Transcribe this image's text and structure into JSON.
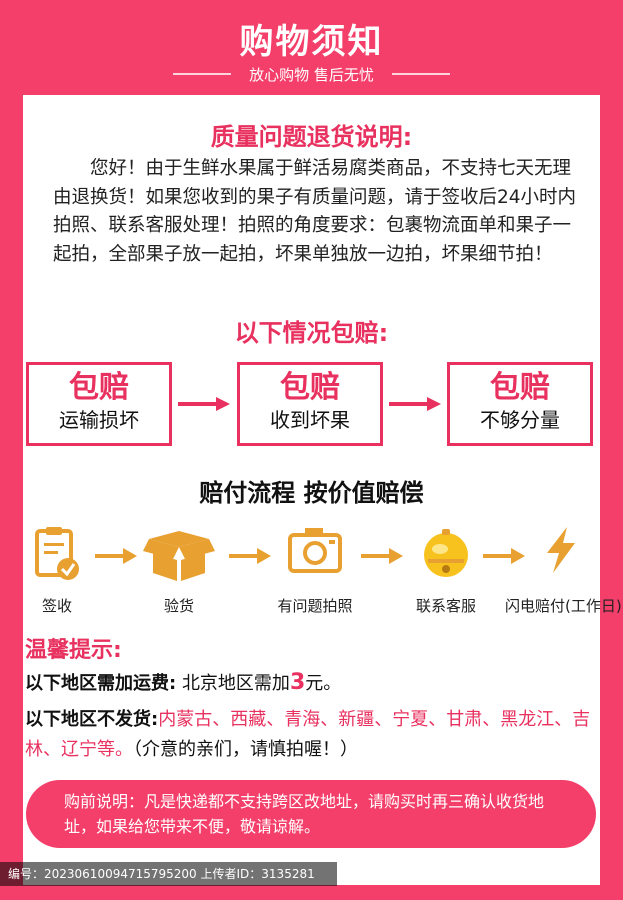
{
  "header": {
    "title": "购物须知",
    "subtitle": "放心购物 售后无忧"
  },
  "quality": {
    "title": "质量问题退货说明:",
    "text": "您好！由于生鲜水果属于鲜活易腐类商品，不支持七天无理由退换货！如果您收到的果子有质量问题，请于签收后24小时内拍照、联系客服处理！拍照的角度要求：包裹物流面单和果子一起拍，全部果子放一起拍，坏果单独放一边拍，坏果细节拍！"
  },
  "compensation": {
    "title": "以下情况包赔:",
    "boxes": [
      {
        "big": "包赔",
        "small": "运输损坏"
      },
      {
        "big": "包赔",
        "small": "收到坏果"
      },
      {
        "big": "包赔",
        "small": "不够分量"
      }
    ]
  },
  "flow": {
    "title": "赔付流程 按价值赔偿",
    "steps": [
      {
        "label": "签收",
        "icon": "clipboard-check-icon"
      },
      {
        "label": "验货",
        "icon": "open-box-icon"
      },
      {
        "label": "有问题拍照",
        "icon": "camera-icon"
      },
      {
        "label": "联系客服",
        "icon": "bell-icon"
      },
      {
        "label": "闪电赔付(工作日)",
        "icon": "lightning-icon"
      }
    ]
  },
  "tips": {
    "title": "温馨提示:",
    "line1_bold": "以下地区需加运费:",
    "line1_text": "北京地区需加",
    "line1_num": "3",
    "line1_end": "元。",
    "line2_bold": "以下地区不发货:",
    "line2_red": "内蒙古、西藏、青海、新疆、宁夏、甘肃、黑龙江、吉林、辽宁等。",
    "line2_end": "（介意的亲们，请慎拍喔！）"
  },
  "notice": {
    "text": "购前说明：凡是快递都不支持跨区改地址，请购买时再三确认收货地址，如果给您带来不便，敬请谅解。"
  },
  "footer": {
    "text": "编号：20230610094715795200 上传者ID：3135281"
  },
  "colors": {
    "primary": "#f43f6a",
    "accent": "#e8315f",
    "icon_orange": "#e8a031",
    "bell_yellow": "#f7c21d"
  }
}
